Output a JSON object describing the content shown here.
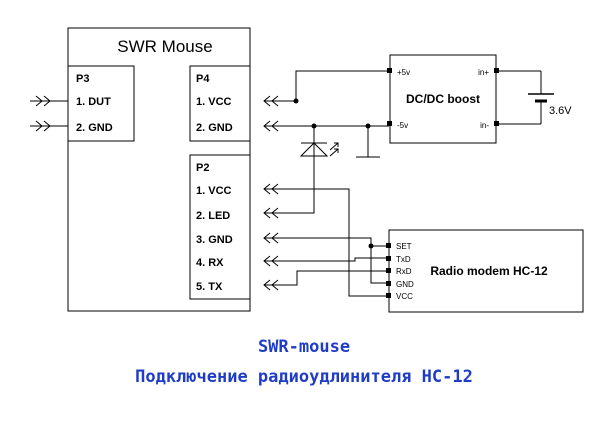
{
  "mouse": {
    "title": "SWR Mouse",
    "p3": {
      "name": "P3",
      "pins": [
        "1. DUT",
        "2. GND"
      ]
    },
    "p4": {
      "name": "P4",
      "pins": [
        "1. VCC",
        "2. GND"
      ]
    },
    "p2": {
      "name": "P2",
      "pins": [
        "1. VCC",
        "2. LED",
        "3. GND",
        "4. RX",
        "5. TX"
      ]
    }
  },
  "boost": {
    "title": "DC/DC boost",
    "pins": {
      "plus5": "+5v",
      "minus5": "-5v",
      "in_plus": "in+",
      "in_minus": "in-"
    }
  },
  "battery": {
    "label": "3.6V"
  },
  "modem": {
    "title": "Radio modem HC-12",
    "pins": [
      "SET",
      "TxD",
      "RxD",
      "GND",
      "VCC"
    ]
  },
  "caption": {
    "line1": "SWR-mouse",
    "line2": "Подключение радиоудлинителя HC-12"
  }
}
